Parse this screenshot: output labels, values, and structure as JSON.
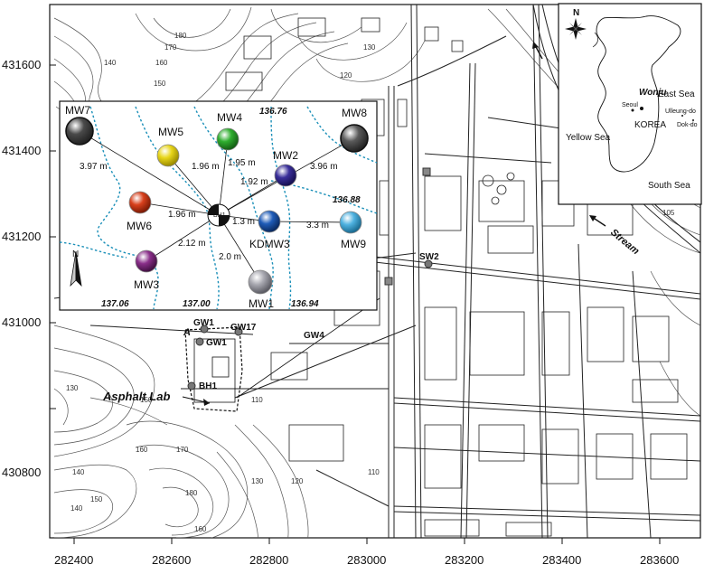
{
  "axes": {
    "y_ticks": [
      {
        "label": "431600",
        "y": 431600
      },
      {
        "label": "431400",
        "y": 431400
      },
      {
        "label": "431200",
        "y": 431200
      },
      {
        "label": "431000",
        "y": 431000
      },
      {
        "label": "430800",
        "y": 430800
      }
    ],
    "x_ticks": [
      {
        "label": "282400",
        "x": 282400
      },
      {
        "label": "282600",
        "x": 282600
      },
      {
        "label": "282800",
        "x": 282800
      },
      {
        "label": "283000",
        "x": 283000
      },
      {
        "label": "283200",
        "x": 283200
      },
      {
        "label": "283400",
        "x": 283400
      },
      {
        "label": "283600",
        "x": 283600
      }
    ]
  },
  "site_labels": {
    "sw2": "SW2",
    "gw1_a": "GW1",
    "gw1_b": "GW1",
    "gw17": "GW17",
    "gw4": "GW4",
    "bh1": "BH1",
    "point_a": "A",
    "asphalt_lab": "Asphalt Lab",
    "stream": "Stream"
  },
  "contour_values": [
    "180",
    "170",
    "160",
    "150",
    "140",
    "120",
    "130",
    "110",
    "105",
    "170",
    "160",
    "150",
    "140",
    "130",
    "120",
    "180",
    "160",
    "150",
    "140",
    "130",
    "110"
  ],
  "wells": [
    {
      "id": "MW7",
      "label": "MW7",
      "color": "#4a4a4a"
    },
    {
      "id": "MW5",
      "label": "MW5",
      "color": "#e8d61a"
    },
    {
      "id": "MW4",
      "label": "MW4",
      "color": "#2fae2f"
    },
    {
      "id": "MW8",
      "label": "MW8",
      "color": "#5a5a5a"
    },
    {
      "id": "MW2",
      "label": "MW2",
      "color": "#3a2f9a"
    },
    {
      "id": "MW6",
      "label": "MW6",
      "color": "#d8401c"
    },
    {
      "id": "KDMW3",
      "label": "KDMW3",
      "color": "#1f5cb8"
    },
    {
      "id": "MW9",
      "label": "MW9",
      "color": "#4fb2e0"
    },
    {
      "id": "MW3",
      "label": "MW3",
      "color": "#8a2f8a"
    },
    {
      "id": "MW1",
      "label": "MW1",
      "color": "#a8a8b0"
    }
  ],
  "distances": {
    "mw7": "3.97 m",
    "mw5": "1.96 m",
    "mw4": "1.95 m",
    "mw8": "3.96 m",
    "mw2": "1.92 m",
    "mw6": "1.96 m",
    "kdmw3": "1.3 m",
    "mw9": "3.3 m",
    "mw3": "2.12 m",
    "mw1": "2.0 m"
  },
  "head_contours": {
    "c1": "136.76",
    "c2": "136.88",
    "c3": "137.06",
    "c4": "137.00",
    "c5": "136.94"
  },
  "center_well": "BH1",
  "north_label": "N",
  "inset": {
    "north": "N",
    "wonju": "Wonju",
    "seoul": "Seoul",
    "korea": "KOREA",
    "east_sea": "East Sea",
    "yellow_sea": "Yellow Sea",
    "south_sea": "South Sea",
    "ulleung": "Ulleung-do",
    "dokdo": "Dok-do"
  },
  "colors": {
    "contour": "#555555",
    "head_contour": "#1a8fb8",
    "road": "#222222"
  }
}
